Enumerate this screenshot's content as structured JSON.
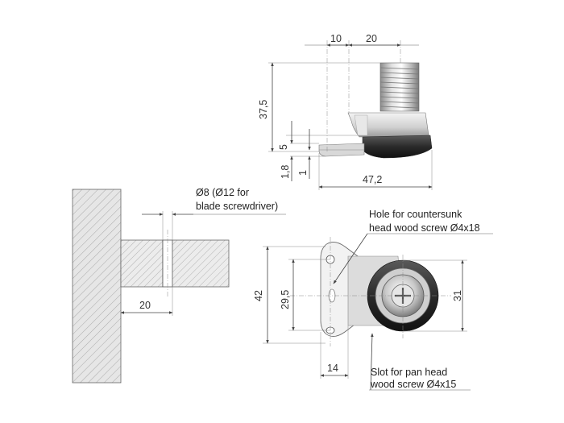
{
  "dimensions": {
    "top_10": "10",
    "top_20": "20",
    "height_37_5": "37,5",
    "h_5": "5",
    "h_1_8": "1,8",
    "h_1": "1",
    "width_47_2": "47,2",
    "side_20": "20",
    "front_42": "42",
    "front_29_5": "29,5",
    "front_31": "31",
    "front_14": "14"
  },
  "notes": {
    "bore_line1": "Ø8 (Ø12 for",
    "bore_line2": "blade screwdriver)",
    "hole_line1": "Hole for countersunk",
    "hole_line2": "head wood screw Ø4x18",
    "slot_line1": "Slot for pan head",
    "slot_line2": "wood screw Ø4x15"
  }
}
